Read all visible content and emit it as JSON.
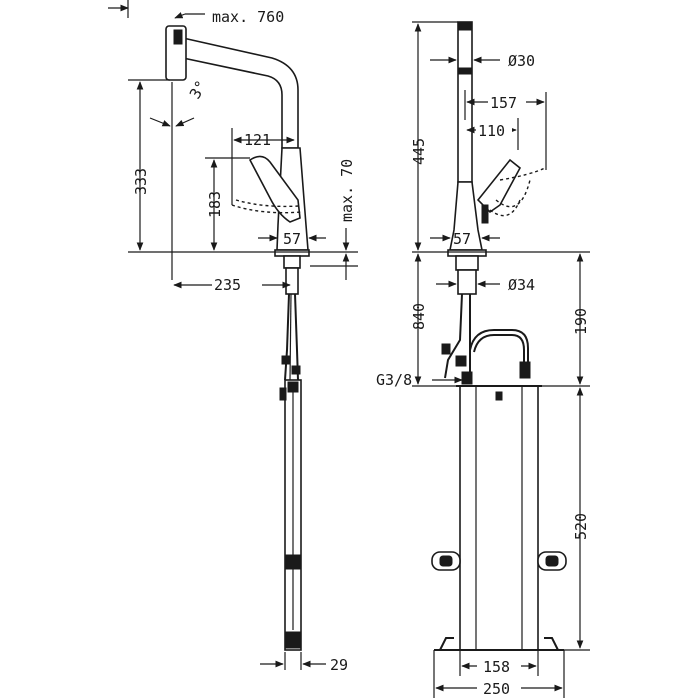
{
  "dimensions": {
    "max_760": "max. 760",
    "angle_3": "3°",
    "d333": "333",
    "d121": "121",
    "d183": "183",
    "max_70": "max. 70",
    "d57_left": "57",
    "d235": "235",
    "d29": "29",
    "d445": "445",
    "dia30": "Ø30",
    "d157": "157",
    "d110": "110",
    "d57_right": "57",
    "d840": "840",
    "dia34": "Ø34",
    "d190": "190",
    "g38": "G3/8",
    "d520": "520",
    "d158": "158",
    "d250": "250"
  },
  "colors": {
    "line": "#1a1a1a",
    "background": "#ffffff"
  }
}
